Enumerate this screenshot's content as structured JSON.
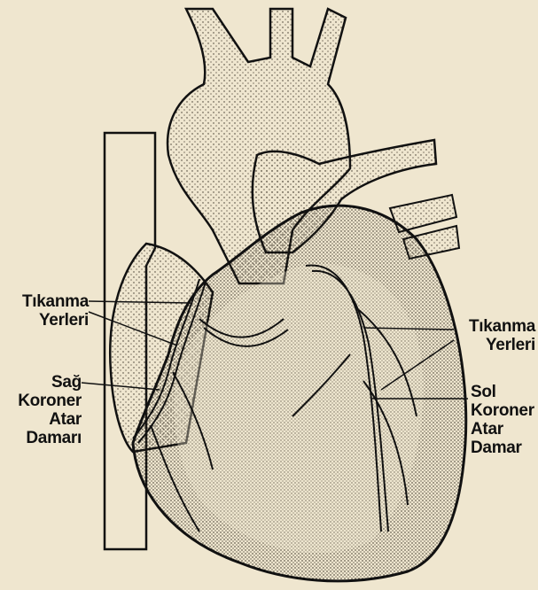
{
  "labels": {
    "left_block": {
      "line1": "Tıkanma",
      "line2": "Yerleri"
    },
    "right_block": {
      "line1": "Tıkanma",
      "line2": "Yerleri"
    },
    "right_artery": {
      "line1": "Sağ",
      "line2": "Koroner",
      "line3": "Atar",
      "line4": "Damarı"
    },
    "left_artery": {
      "line1": "Sol",
      "line2": "Koroner",
      "line3": "Atar",
      "line4": "Damar"
    }
  },
  "colors": {
    "paper": "#efe6cf",
    "ink": "#111111",
    "stipple": "#3a3226"
  }
}
